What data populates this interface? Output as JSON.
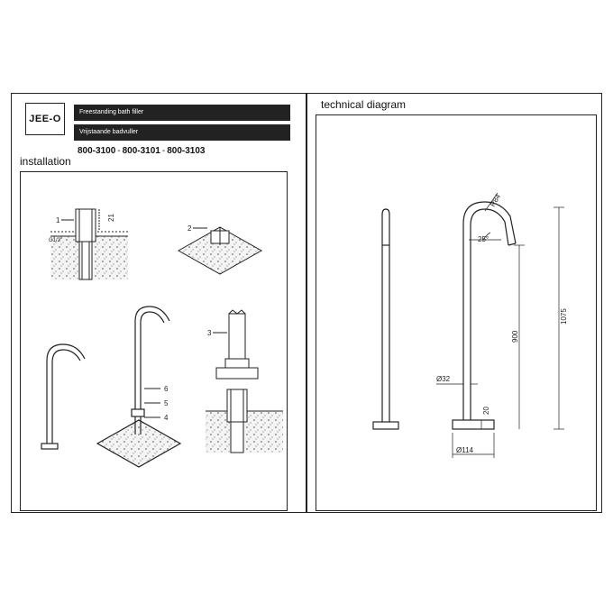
{
  "brand": {
    "logo_text": "JEE-O"
  },
  "header": {
    "title_en": "Freestanding bath filler",
    "title_nl": "Vrijstaande badvuller"
  },
  "product_codes": [
    "800-3100",
    "800-3101",
    "800-3103"
  ],
  "code_separator": "-",
  "sections": {
    "installation": "installation",
    "technical": "technical diagram"
  },
  "installation_labels": {
    "step1": "1",
    "thread_label": "G1/2\"",
    "dim_21": "21",
    "step2": "2",
    "step3": "3",
    "step4": "4",
    "step5": "5",
    "step6": "6"
  },
  "technical_dims": {
    "radius": "R84",
    "angle": "25°",
    "height_total": "1075",
    "height_mid": "900",
    "diameter_pipe": "Ø32",
    "base_height": "20",
    "diameter_base": "Ø114"
  }
}
